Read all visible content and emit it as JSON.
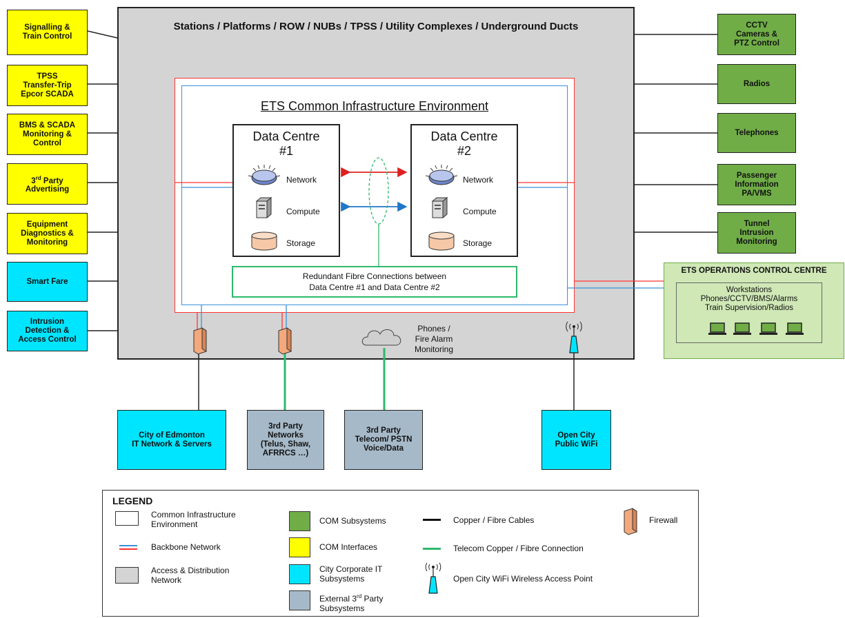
{
  "diagram": {
    "outer_title": "Stations / Platforms / ROW / NUBs / TPSS / Utility Complexes / Underground Ducts",
    "environment_title": "ETS Common Infrastructure Environment",
    "left_boxes": [
      {
        "label": "Signalling &\nTrain Control"
      },
      {
        "label": "TPSS\nTransfer-Trip\nEpcor SCADA"
      },
      {
        "label": "BMS & SCADA\nMonitoring &\nControl"
      },
      {
        "label_pre": "3",
        "label_sup": "rd",
        "label_post": " Party\nAdvertising"
      },
      {
        "label": "Equipment\nDiagnostics &\nMonitoring"
      },
      {
        "label": "Smart Fare"
      },
      {
        "label": "Intrusion\nDetection &\nAccess Control"
      }
    ],
    "right_boxes": [
      {
        "label": "CCTV\nCameras &\nPTZ Control"
      },
      {
        "label": "Radios"
      },
      {
        "label": "Telephones"
      },
      {
        "label": "Passenger\nInformation\nPA/VMS"
      },
      {
        "label": "Tunnel\nIntrusion\nMonitoring"
      }
    ],
    "data_centre_1": {
      "title": "Data Centre\n#1",
      "network": "Network",
      "compute": "Compute",
      "storage": "Storage"
    },
    "data_centre_2": {
      "title": "Data Centre\n#2",
      "network": "Network",
      "compute": "Compute",
      "storage": "Storage"
    },
    "fibre_connection": "Redundant Fibre Connections between\nData Centre #1 and Data Centre #2",
    "occ": {
      "title": "ETS OPERATIONS CONTROL CENTRE",
      "text": "Workstations\nPhones/CCTV/BMS/Alarms\nTrain Supervision/Radios"
    },
    "phones_label": "Phones /\nFire Alarm\nMonitoring",
    "bottom_boxes": [
      {
        "label": "City of Edmonton\nIT Network & Servers"
      },
      {
        "label": "3rd Party\nNetworks\n(Telus, Shaw,\nAFRRCS …)"
      },
      {
        "label": "3rd Party\nTelecom/ PSTN\nVoice/Data"
      },
      {
        "label": "Open City\nPublic WiFi"
      }
    ],
    "colors": {
      "com_interfaces": "#ffff00",
      "com_subsystems": "#70ad47",
      "city_it": "#00e5ff",
      "external": "#a6b9c8",
      "access_network": "#d4d4d4",
      "backbone_red": "#ff3333",
      "backbone_blue": "#3a8fd8",
      "telecom_green": "#2cb86b"
    }
  },
  "legend": {
    "title": "LEGEND",
    "common_infra": "Common Infrastructure\nEnvironment",
    "backbone": "Backbone Network",
    "access": "Access & Distribution\nNetwork",
    "com_subsystems": "COM Subsystems",
    "com_interfaces": "COM Interfaces",
    "city_it": "City Corporate IT\nSubsystems",
    "external_pre": "External 3",
    "external_sup": "rd",
    "external_post": " Party\nSubsystems",
    "copper": "Copper / Fibre Cables",
    "telecom": "Telecom Copper / Fibre Connection",
    "wifi": "Open City WiFi Wireless Access Point",
    "firewall": "Firewall"
  }
}
